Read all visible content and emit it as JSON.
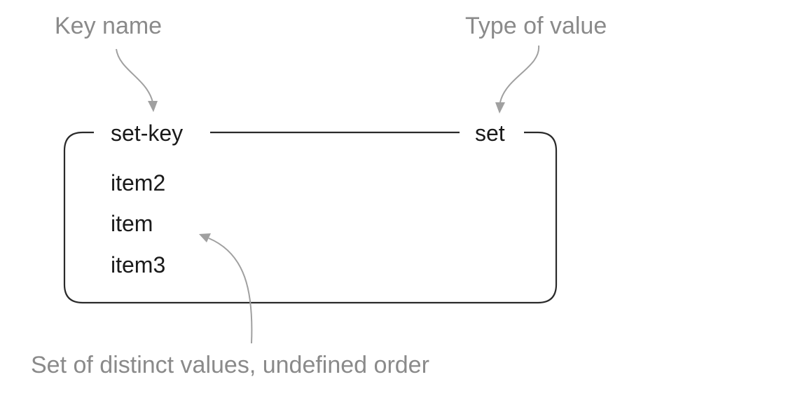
{
  "annotations": {
    "key_name": "Key name",
    "type_of_value": "Type of value",
    "set_description": "Set of distinct values, undefined order"
  },
  "box": {
    "key": "set-key",
    "type": "set",
    "items": [
      "item2",
      "item",
      "item3"
    ]
  },
  "colors": {
    "annotation_text": "#8a8a8a",
    "box_text": "#1a1a1a",
    "box_border": "#2a2a2a",
    "arrow": "#a0a0a0"
  }
}
